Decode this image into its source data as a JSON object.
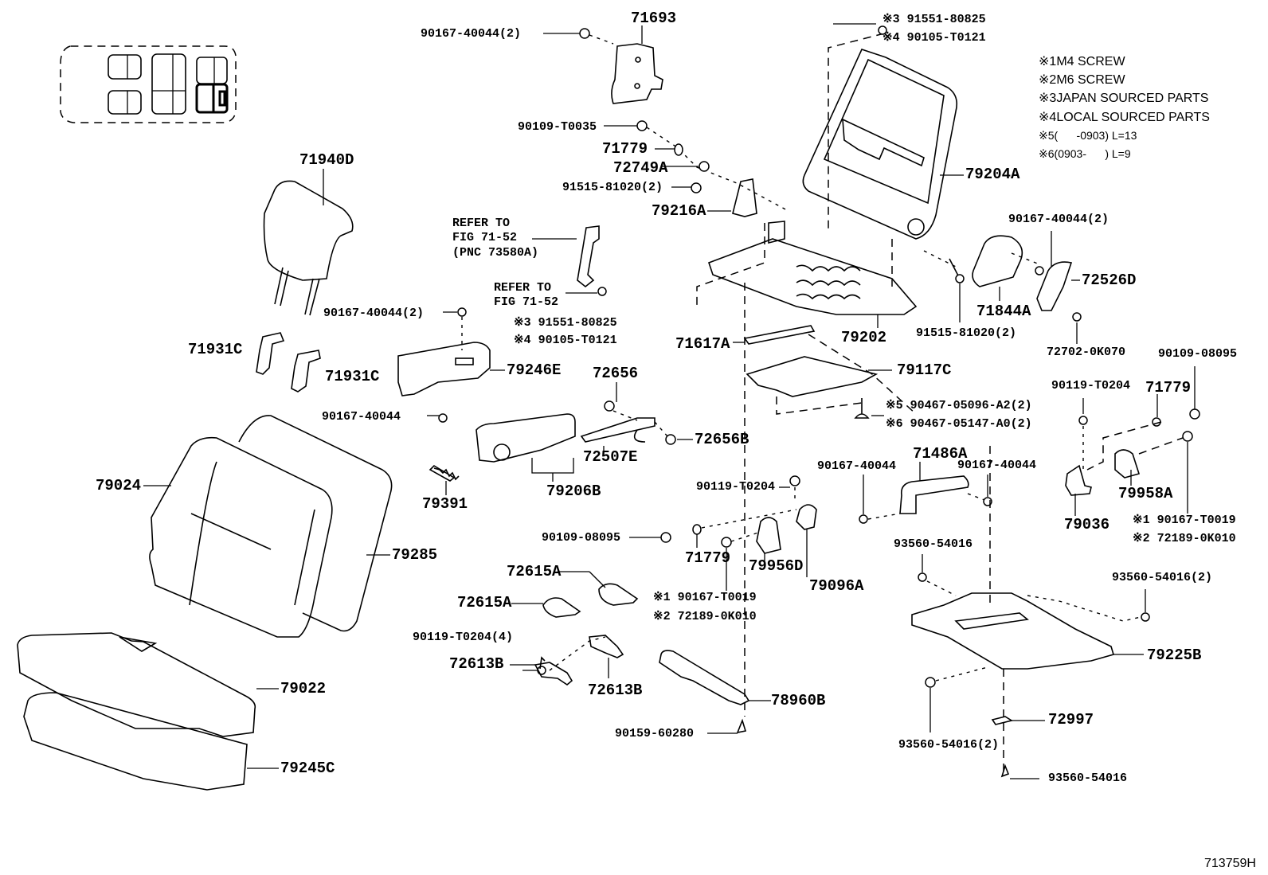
{
  "diagram": {
    "figure_id": "713759H",
    "inset": {
      "name": "seat-layout-inset",
      "description": "vehicle seat layout with highlighted third-row right seat"
    },
    "legend": [
      {
        "mark": "※1",
        "text": "M4 SCREW"
      },
      {
        "mark": "※2",
        "text": "M6 SCREW"
      },
      {
        "mark": "※3",
        "text": "JAPAN SOURCED PARTS"
      },
      {
        "mark": "※4",
        "text": "LOCAL SOURCED PARTS"
      },
      {
        "mark": "※5",
        "text": "(      -0903) L=13"
      },
      {
        "mark": "※6",
        "text": "(0903-      ) L=9"
      }
    ],
    "refer_notes": [
      {
        "lines": [
          "REFER TO",
          "FIG 71-52",
          "(PNC 73580A)"
        ]
      },
      {
        "lines": [
          "REFER TO",
          "FIG 71-52"
        ]
      }
    ],
    "labels": {
      "p71693": "71693",
      "p90167_40044_2_a": "90167-40044(2)",
      "p91551_80825_top": "※3 91551-80825",
      "p90105_T0121_top": "※4 90105-T0121",
      "p90109_T0035": "90109-T0035",
      "p71779_a": "71779",
      "p72749A": "72749A",
      "p91515_81020_2_a": "91515-81020(2)",
      "p79216A": "79216A",
      "p79204A": "79204A",
      "p71940D": "71940D",
      "p90167_40044_2_b": "90167-40044(2)",
      "p91551_80825_mid": "※3 91551-80825",
      "p90105_T0121_mid": "※4 90105-T0121",
      "p71931C_a": "71931C",
      "p71931C_b": "71931C",
      "p79246E": "79246E",
      "p90167_40044_c": "90167-40044",
      "p72656": "72656",
      "p72656B": "72656B",
      "p72507E": "72507E",
      "p79206B": "79206B",
      "p79391": "79391",
      "p79024": "79024",
      "p79285": "79285",
      "p79022": "79022",
      "p79245C": "79245C",
      "p71617A": "71617A",
      "p79202": "79202",
      "p79117C": "79117C",
      "p90467_05096": "※5 90467-05096-A2(2)",
      "p90467_05147": "※6 90467-05147-A0(2)",
      "p90167_40044_2_c": "90167-40044(2)",
      "p72526D": "72526D",
      "p71844A": "71844A",
      "p91515_81020_2_b": "91515-81020(2)",
      "p72702_0K070": "72702-0K070",
      "p90109_08095_a": "90109-08095",
      "p90119_T0204_a": "90119-T0204",
      "p71779_b": "71779",
      "p79036": "79036",
      "p79958A": "79958A",
      "p90167_T0019_a": "※1 90167-T0019",
      "p72189_0K010_a": "※2 72189-0K010",
      "p71486A": "71486A",
      "p90167_40044_d": "90167-40044",
      "p90167_40044_e": "90167-40044",
      "p90119_T0204_b": "90119-T0204",
      "p90109_08095_b": "90109-08095",
      "p71779_c": "71779",
      "p79956D": "79956D",
      "p79096A": "79096A",
      "p90167_T0019_b": "※1 90167-T0019",
      "p72189_0K010_b": "※2 72189-0K010",
      "p93560_54016_a": "93560-54016",
      "p93560_54016_2_a": "93560-54016(2)",
      "p79225B": "79225B",
      "p72615A_a": "72615A",
      "p72615A_b": "72615A",
      "p90119_T0204_4": "90119-T0204(4)",
      "p72613B_a": "72613B",
      "p72613B_b": "72613B",
      "p78960B": "78960B",
      "p90159_60280": "90159-60280",
      "p93560_54016_2_b": "93560-54016(2)",
      "p72997": "72997",
      "p93560_54016_b": "93560-54016"
    }
  }
}
